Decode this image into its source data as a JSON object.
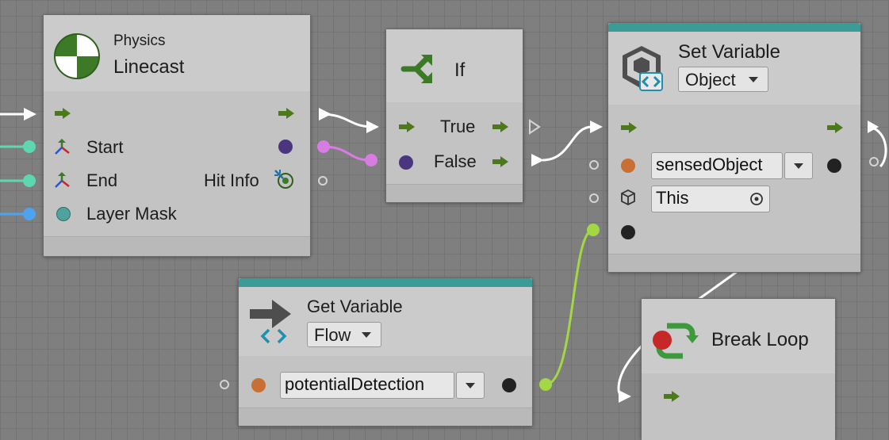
{
  "colors": {
    "canvas": "#7f7f7f",
    "node": "#c8c8c8",
    "flow_arrow": "#4c7a1a",
    "stripe": "#3b9c97",
    "wire_flow": "#ffffff",
    "wire_vector": "#5ed7b0",
    "wire_mask": "#4da3f0",
    "wire_raycast": "#d77ce0",
    "wire_bool": "#a3d743",
    "port_bool": "#6b3d94",
    "port_object": "#c86f33",
    "port_mask": "#4fa39c",
    "port_black": "#222222",
    "break_red": "#c62828"
  },
  "linecast": {
    "category": "Physics",
    "title": "Linecast",
    "icon": "physics-checker-ball-icon",
    "inputs": {
      "start": "Start",
      "end": "End",
      "layer_mask": "Layer Mask"
    },
    "outputs": {
      "hit_info": "Hit Info"
    }
  },
  "if_node": {
    "title": "If",
    "icon": "branch-arrows-icon",
    "true_label": "True",
    "false_label": "False"
  },
  "set_variable": {
    "title": "Set Variable",
    "kind": "Object",
    "icon": "cube-variable-icon",
    "name": "sensedObject",
    "target": "This"
  },
  "get_variable": {
    "title": "Get Variable",
    "kind": "Flow",
    "icon": "arrow-variable-icon",
    "name": "potentialDetection"
  },
  "break_loop": {
    "title": "Break Loop",
    "icon": "break-loop-icon"
  }
}
